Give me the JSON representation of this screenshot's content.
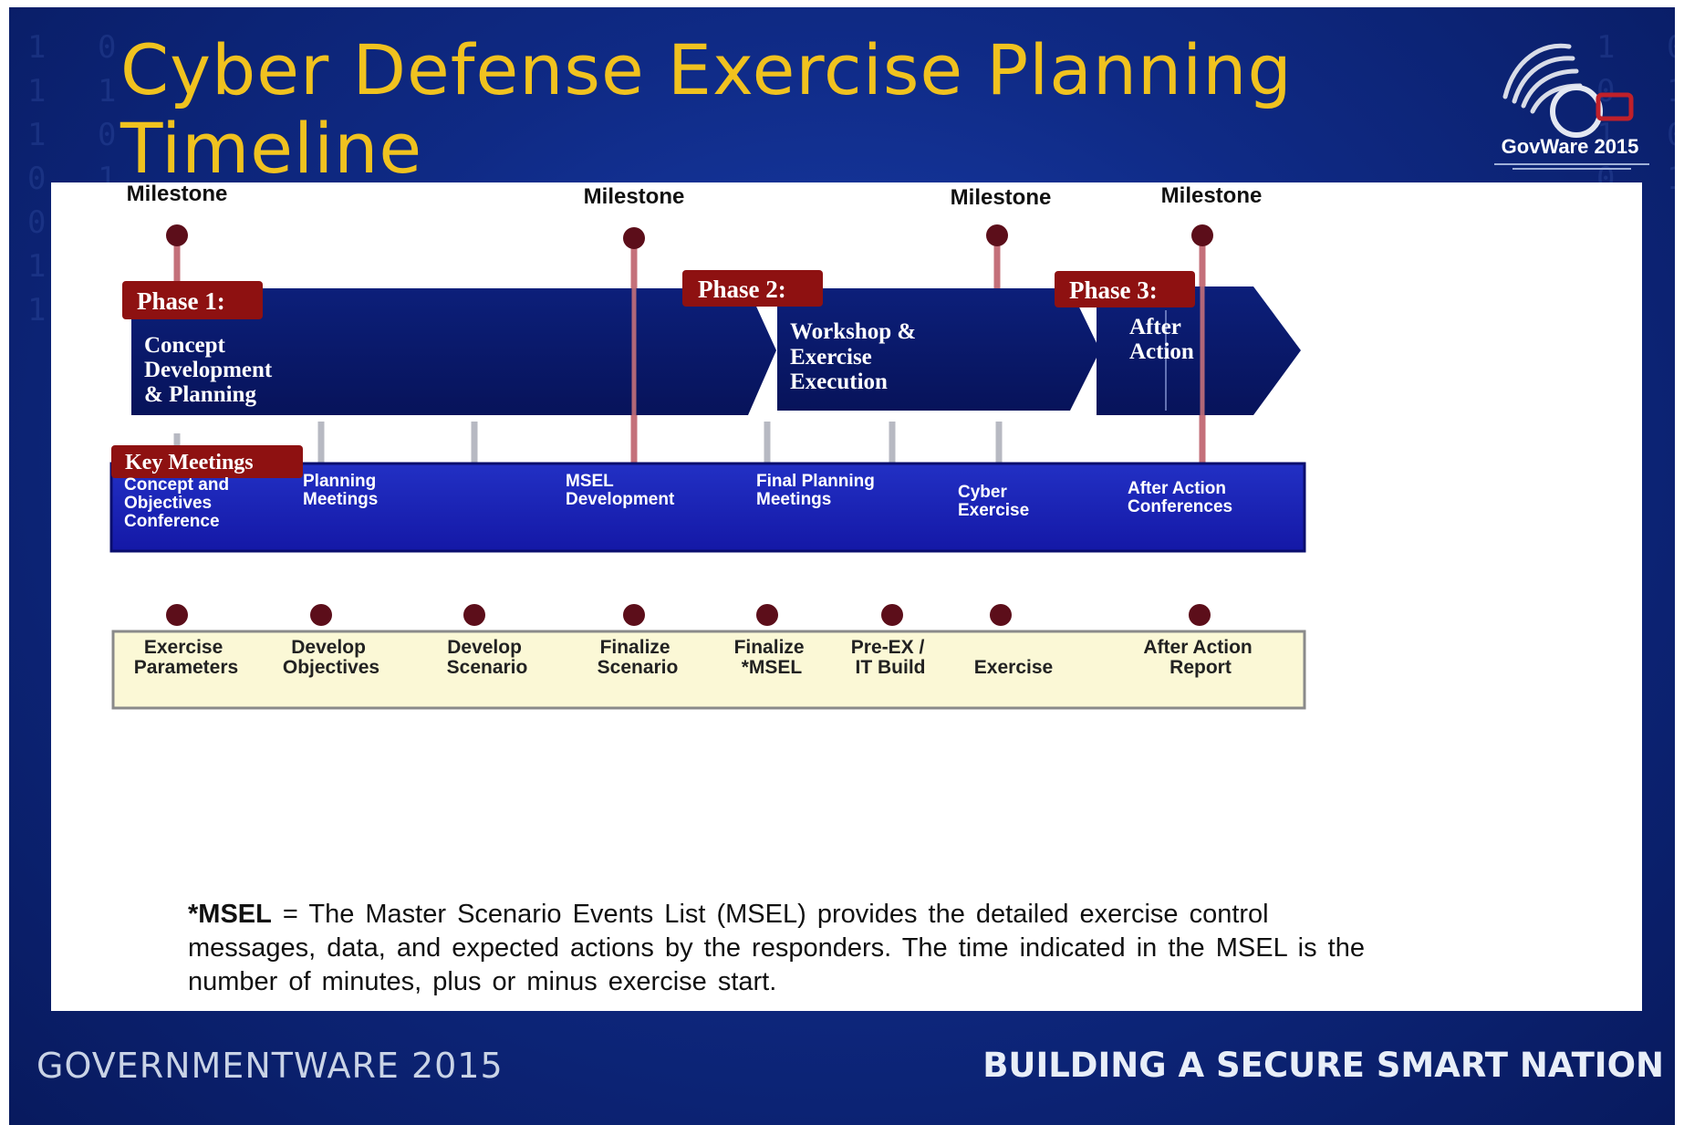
{
  "title": {
    "line1": "Cyber Defense Exercise Planning",
    "line2": "Timeline"
  },
  "logo": {
    "text": "GovWare 2015",
    "icon": "govware-swirl-logo"
  },
  "milestones": [
    {
      "label": "Milestone"
    },
    {
      "label": "Milestone"
    },
    {
      "label": "Milestone"
    },
    {
      "label": "Milestone"
    }
  ],
  "phases": [
    {
      "tag": "Phase 1:",
      "lines": [
        "Concept",
        "Development",
        "& Planning"
      ]
    },
    {
      "tag": "Phase 2:",
      "lines": [
        "Workshop  &",
        "Exercise",
        "Execution"
      ]
    },
    {
      "tag": "Phase 3:",
      "lines": [
        "After",
        "Action"
      ]
    }
  ],
  "key_meetings": {
    "tag": "Key Meetings",
    "items": [
      {
        "lines": [
          "Concept and",
          "Objectives",
          "Conference"
        ]
      },
      {
        "lines": [
          "Planning",
          "Meetings"
        ]
      },
      {
        "lines": [
          "MSEL",
          "Development"
        ]
      },
      {
        "lines": [
          "Final Planning",
          "Meetings"
        ]
      },
      {
        "lines": [
          "Cyber",
          "Exercise"
        ]
      },
      {
        "lines": [
          "After Action",
          "Conferences"
        ]
      }
    ]
  },
  "activities": [
    {
      "lines": [
        "Exercise",
        "Parameters"
      ]
    },
    {
      "lines": [
        "Develop",
        "Objectives"
      ]
    },
    {
      "lines": [
        "Develop",
        "Scenario"
      ]
    },
    {
      "lines": [
        "Finalize",
        "Scenario"
      ]
    },
    {
      "lines": [
        "Finalize",
        "*MSEL"
      ]
    },
    {
      "lines": [
        "Pre-EX /",
        "IT Build"
      ]
    },
    {
      "lines": [
        "",
        "Exercise"
      ]
    },
    {
      "lines": [
        "After Action",
        "Report"
      ]
    }
  ],
  "footnote": {
    "term": "*MSEL",
    "text": " = The Master Scenario Events List (MSEL) provides the detailed exercise control messages, data, and expected actions by the responders. The time indicated in the MSEL is the number of minutes, plus or minus exercise start."
  },
  "footer": {
    "left": "GOVERNMENTWARE 2015",
    "right": "BUILDING A SECURE SMART NATION"
  },
  "colors": {
    "title": "#f0c21f",
    "phase_fill": "#0a1a6e",
    "tag_fill": "#8e1111",
    "meetings_fill": "#1a24b8",
    "activities_fill": "#fbf8d6",
    "pin": "#5c0e1a"
  }
}
